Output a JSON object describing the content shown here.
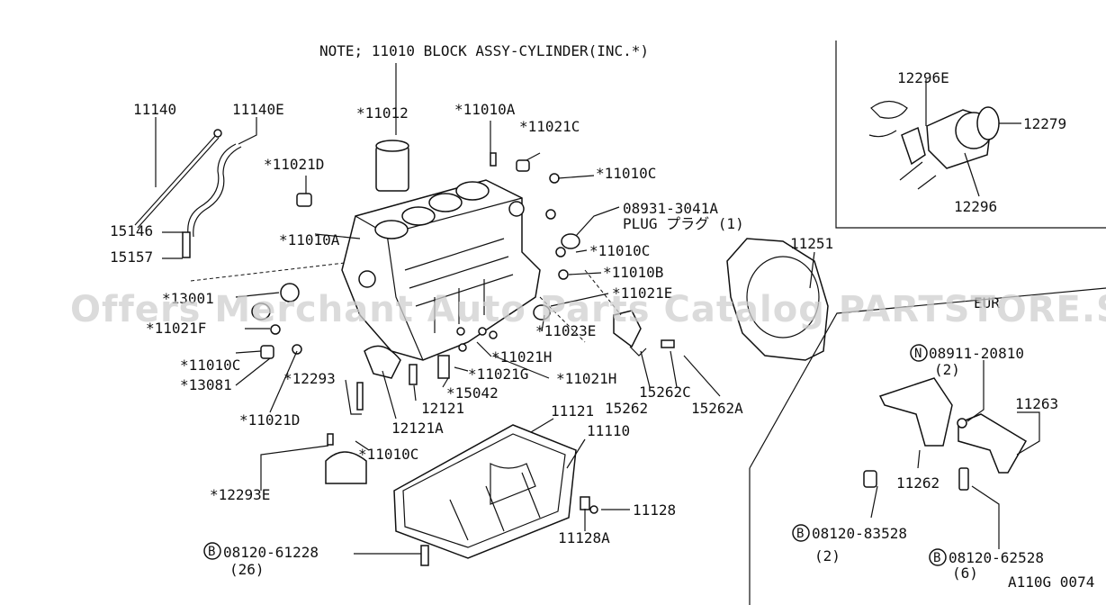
{
  "note": "NOTE; 11010 BLOCK ASSY-CYLINDER(INC.*)",
  "watermark": "Offers Merchant Auto Parts Catalog PARTSTORE.SA",
  "region_eur": "EUR",
  "figure_code": "A110G 0074",
  "labels": {
    "p11140": "11140",
    "p11140E": "11140E",
    "p11012": "*11012",
    "p11010A_top": "*11010A",
    "p11021C": "*11021C",
    "p11021D_top": "*11021D",
    "p11010C_top": "*11010C",
    "p08931": "08931-3041A",
    "plug": "PLUG プラグ (1)",
    "p15146": "15146",
    "p15157": "15157",
    "p11010A_left": "*11010A",
    "p11010C_mid": "*11010C",
    "p11010B": "*11010B",
    "p11021E": "*11021E",
    "p13001": "*13001",
    "p11021F": "*11021F",
    "p11023E": "*11023E",
    "p11010C_left": "*11010C",
    "p13081": "*13081",
    "p11021H_a": "*11021H",
    "p11021G": "*11021G",
    "p11021H_b": "*11021H",
    "p12293": "*12293",
    "p15042": "*15042",
    "p12121": "12121",
    "p12121A": "12121A",
    "p15262": "15262",
    "p15262C": "15262C",
    "p15262A": "15262A",
    "p11021D_bot": "*11021D",
    "p11010C_bot": "*11010C",
    "p11121": "11121",
    "p11110": "11110",
    "p12293E": "*12293E",
    "p11128": "11128",
    "p11128A": "11128A",
    "p08120_61228": "08120-61228",
    "q26": "(26)",
    "p11251": "11251",
    "p12296E": "12296E",
    "p12279": "12279",
    "p12296": "12296",
    "p08911": "08911-20810",
    "q2a": "(2)",
    "p11263": "11263",
    "p11262": "11262",
    "p08120_83528": "08120-83528",
    "q2b": "(2)",
    "p08120_62528": "08120-62528",
    "q6": "(6)",
    "badge_b": "B",
    "badge_n": "N"
  },
  "colors": {
    "ink": "#111111",
    "paper": "#ffffff",
    "watermark": "#cfcfcf"
  }
}
